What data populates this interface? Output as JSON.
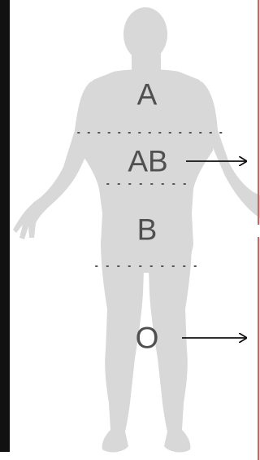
{
  "zones": [
    {
      "id": "A",
      "label": "A",
      "arrow": false
    },
    {
      "id": "AB",
      "label": "AB",
      "arrow": true
    },
    {
      "id": "B",
      "label": "B",
      "arrow": false
    },
    {
      "id": "O",
      "label": "O",
      "arrow": true
    }
  ],
  "colors": {
    "silhouette": "#d8d8d8",
    "label_text": "#505050",
    "dotted_line": "#555555",
    "arrow": "#111111",
    "right_marker": "#e05a5a",
    "left_bar": "#111111",
    "background": "#ffffff"
  }
}
